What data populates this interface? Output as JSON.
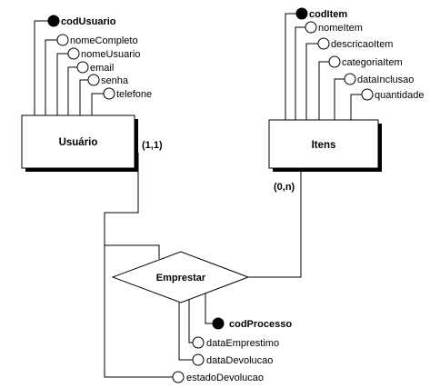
{
  "entities": {
    "usuario": {
      "name": "Usuário",
      "attributes": [
        {
          "label": "codUsuario",
          "key": true
        },
        {
          "label": "nomeCompleto",
          "key": false
        },
        {
          "label": "nomeUsuario",
          "key": false
        },
        {
          "label": "email",
          "key": false
        },
        {
          "label": "senha",
          "key": false
        },
        {
          "label": "telefone",
          "key": false
        }
      ]
    },
    "itens": {
      "name": "Itens",
      "attributes": [
        {
          "label": "codItem",
          "key": true
        },
        {
          "label": "nomeItem",
          "key": false
        },
        {
          "label": "descricaoItem",
          "key": false
        },
        {
          "label": "categoriaItem",
          "key": false
        },
        {
          "label": "dataInclusao",
          "key": false
        },
        {
          "label": "quantidade",
          "key": false
        }
      ]
    }
  },
  "relationship": {
    "name": "Emprestar",
    "attributes": [
      {
        "label": "codProcesso",
        "key": true
      },
      {
        "label": "dataEmprestimo",
        "key": false
      },
      {
        "label": "dataDevolucao",
        "key": false
      },
      {
        "label": "estadoDevolucao",
        "key": false
      }
    ]
  },
  "cardinalities": {
    "usuario": "(1,1)",
    "itens": "(0,n)"
  },
  "colors": {
    "stroke": "#000000",
    "key_fill": "#000000",
    "attr_fill": "#ffffff",
    "shadow": "#000000"
  }
}
